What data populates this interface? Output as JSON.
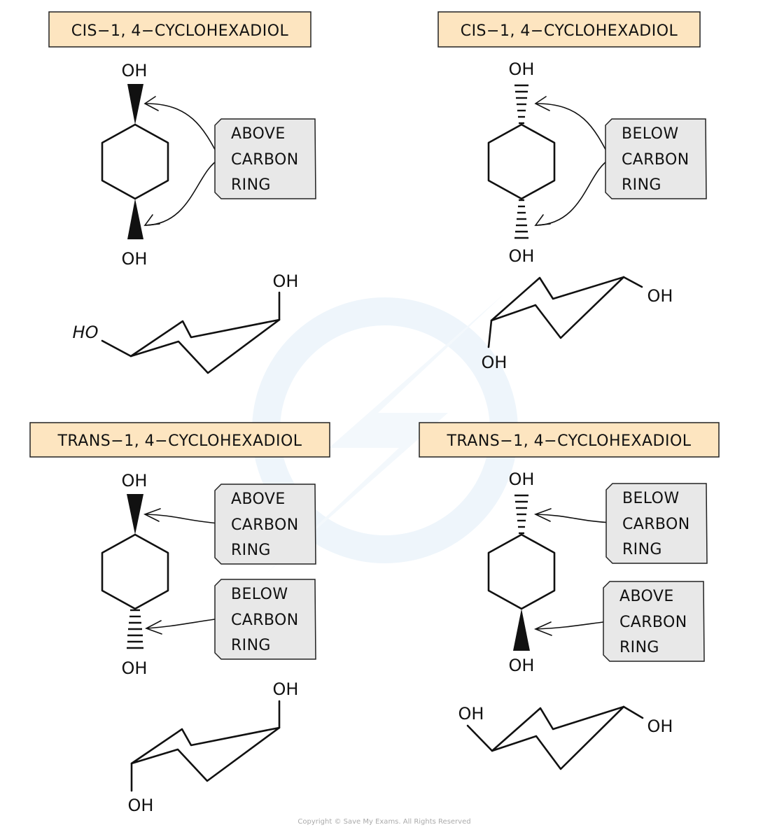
{
  "colors": {
    "title_fill": "#fde5c0",
    "tag_fill": "#e8e8e8",
    "ink": "#111111",
    "copyright": "#aaaaaa",
    "watermark": "#eef5fb"
  },
  "panels": [
    {
      "id": "cis-wedge",
      "title": "CIS−1, 4−CYCLOHEXADIOL",
      "top_substituent": "OH",
      "bottom_substituent": "OH",
      "top_bond": "wedge",
      "bottom_bond": "wedge",
      "tags": [
        {
          "lines": [
            "ABOVE",
            "CARBON",
            "RING"
          ],
          "points_to": [
            "top",
            "bottom"
          ]
        }
      ],
      "chair": {
        "labels": [
          "HO",
          "OH"
        ],
        "orientation": "both-up"
      }
    },
    {
      "id": "cis-hash",
      "title": "CIS−1, 4−CYCLOHEXADIOL",
      "top_substituent": "OH",
      "bottom_substituent": "OH",
      "top_bond": "hash",
      "bottom_bond": "hash",
      "tags": [
        {
          "lines": [
            "BELOW",
            "CARBON",
            "RING"
          ],
          "points_to": [
            "top",
            "bottom"
          ]
        }
      ],
      "chair": {
        "labels": [
          "OH",
          "OH"
        ],
        "orientation": "equatorial-axial"
      }
    },
    {
      "id": "trans-wedge-hash",
      "title": "TRANS−1, 4−CYCLOHEXADIOL",
      "top_substituent": "OH",
      "bottom_substituent": "OH",
      "top_bond": "wedge",
      "bottom_bond": "hash",
      "tags": [
        {
          "lines": [
            "ABOVE",
            "CARBON",
            "RING"
          ],
          "points_to": [
            "top"
          ]
        },
        {
          "lines": [
            "BELOW",
            "CARBON",
            "RING"
          ],
          "points_to": [
            "bottom"
          ]
        }
      ],
      "chair": {
        "labels": [
          "OH",
          "OH"
        ],
        "orientation": "axial-axial"
      }
    },
    {
      "id": "trans-hash-wedge",
      "title": "TRANS−1, 4−CYCLOHEXADIOL",
      "top_substituent": "OH",
      "bottom_substituent": "OH",
      "top_bond": "hash",
      "bottom_bond": "wedge",
      "tags": [
        {
          "lines": [
            "BELOW",
            "CARBON",
            "RING"
          ],
          "points_to": [
            "top"
          ]
        },
        {
          "lines": [
            "ABOVE",
            "CARBON",
            "RING"
          ],
          "points_to": [
            "bottom"
          ]
        }
      ],
      "chair": {
        "labels": [
          "OH",
          "OH"
        ],
        "orientation": "equatorial-equatorial"
      }
    }
  ],
  "copyright": "Copyright © Save My Exams. All Rights Reserved"
}
